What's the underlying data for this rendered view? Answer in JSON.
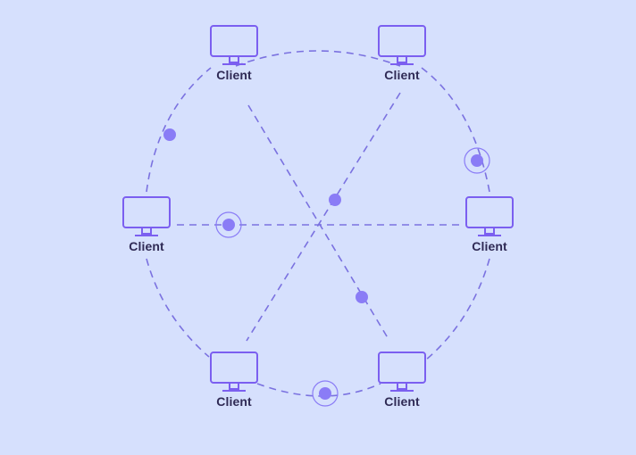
{
  "diagram": {
    "nodes": [
      {
        "id": "top-left",
        "label": "Client"
      },
      {
        "id": "top-right",
        "label": "Client"
      },
      {
        "id": "mid-left",
        "label": "Client"
      },
      {
        "id": "mid-right",
        "label": "Client"
      },
      {
        "id": "bottom-left",
        "label": "Client"
      },
      {
        "id": "bottom-right",
        "label": "Client"
      }
    ],
    "colors": {
      "background": "#d6e0fd",
      "line": "#7b72e0",
      "monitor": "#7b5ff0",
      "packet": "#8a7cf6",
      "label": "#2f2a55"
    }
  }
}
